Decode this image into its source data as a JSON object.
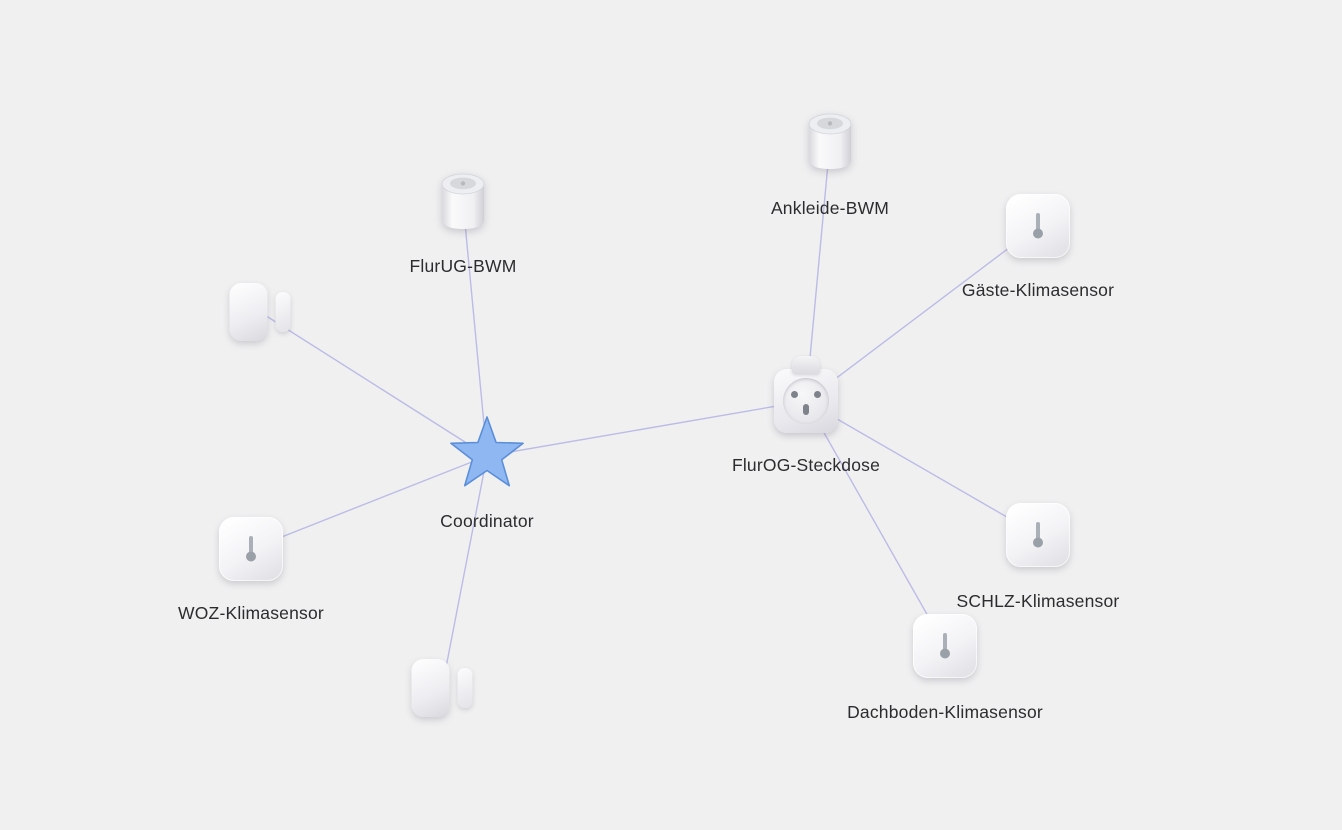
{
  "page": {
    "background": "#f0f0f1",
    "edge_color": "#a9abe2",
    "coordinator_fill": "#8fb8f3",
    "coordinator_stroke": "#5b8ed8"
  },
  "icons": {
    "coordinator": "star-icon",
    "motion_sensor": "motion-sensor-icon",
    "climate_sensor": "climate-sensor-icon",
    "smart_plug": "smart-plug-icon",
    "door_sensor": "door-sensor-icon"
  },
  "nodes": {
    "coordinator": {
      "label": "Coordinator",
      "type": "coordinator"
    },
    "flurug_bwm": {
      "label": "FlurUG-BWM",
      "type": "motion-sensor"
    },
    "ankleide_bwm": {
      "label": "Ankleide-BWM",
      "type": "motion-sensor"
    },
    "gaeste_klimasensor": {
      "label": "Gäste-Klimasensor",
      "type": "climate-sensor"
    },
    "woz_klimasensor": {
      "label": "WOZ-Klimasensor",
      "type": "climate-sensor"
    },
    "schlz_klimasensor": {
      "label": "SCHLZ-Klimasensor",
      "type": "climate-sensor"
    },
    "dachboden_klimasensor": {
      "label": "Dachboden-Klimasensor",
      "type": "climate-sensor"
    },
    "flurog_steckdose": {
      "label": "FlurOG-Steckdose",
      "type": "smart-plug"
    },
    "door_sensor_upper": {
      "label": "",
      "type": "door-sensor"
    },
    "door_sensor_lower": {
      "label": "",
      "type": "door-sensor"
    }
  },
  "edges": [
    {
      "from": "coordinator",
      "to": "flurug_bwm"
    },
    {
      "from": "coordinator",
      "to": "door_sensor_upper"
    },
    {
      "from": "coordinator",
      "to": "woz_klimasensor"
    },
    {
      "from": "coordinator",
      "to": "door_sensor_lower"
    },
    {
      "from": "coordinator",
      "to": "flurog_steckdose"
    },
    {
      "from": "flurog_steckdose",
      "to": "ankleide_bwm"
    },
    {
      "from": "flurog_steckdose",
      "to": "gaeste_klimasensor"
    },
    {
      "from": "flurog_steckdose",
      "to": "schlz_klimasensor"
    },
    {
      "from": "flurog_steckdose",
      "to": "dachboden_klimasensor"
    }
  ]
}
